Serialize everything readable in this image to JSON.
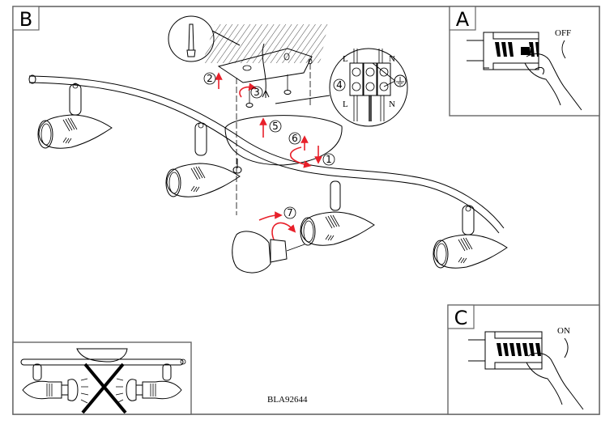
{
  "panels": {
    "main": {
      "label": "B"
    },
    "power_off": {
      "label": "A",
      "switch_state": "OFF"
    },
    "power_on": {
      "label": "C",
      "switch_state": "ON"
    }
  },
  "steps": [
    "1",
    "2",
    "3",
    "4",
    "5",
    "6",
    "7"
  ],
  "wiring": {
    "top_left": "L",
    "top_right": "N",
    "bottom_left": "L",
    "bottom_right": "N",
    "ground_symbol": "ground-icon"
  },
  "warning_inset": {
    "meaning": "do-not-point-spotlights-at-ceiling-canopy",
    "icon": "cross-icon"
  },
  "model_code": "BLA92644",
  "colors": {
    "arrow": "#e8202a",
    "line": "#000000",
    "frame": "#666666"
  }
}
